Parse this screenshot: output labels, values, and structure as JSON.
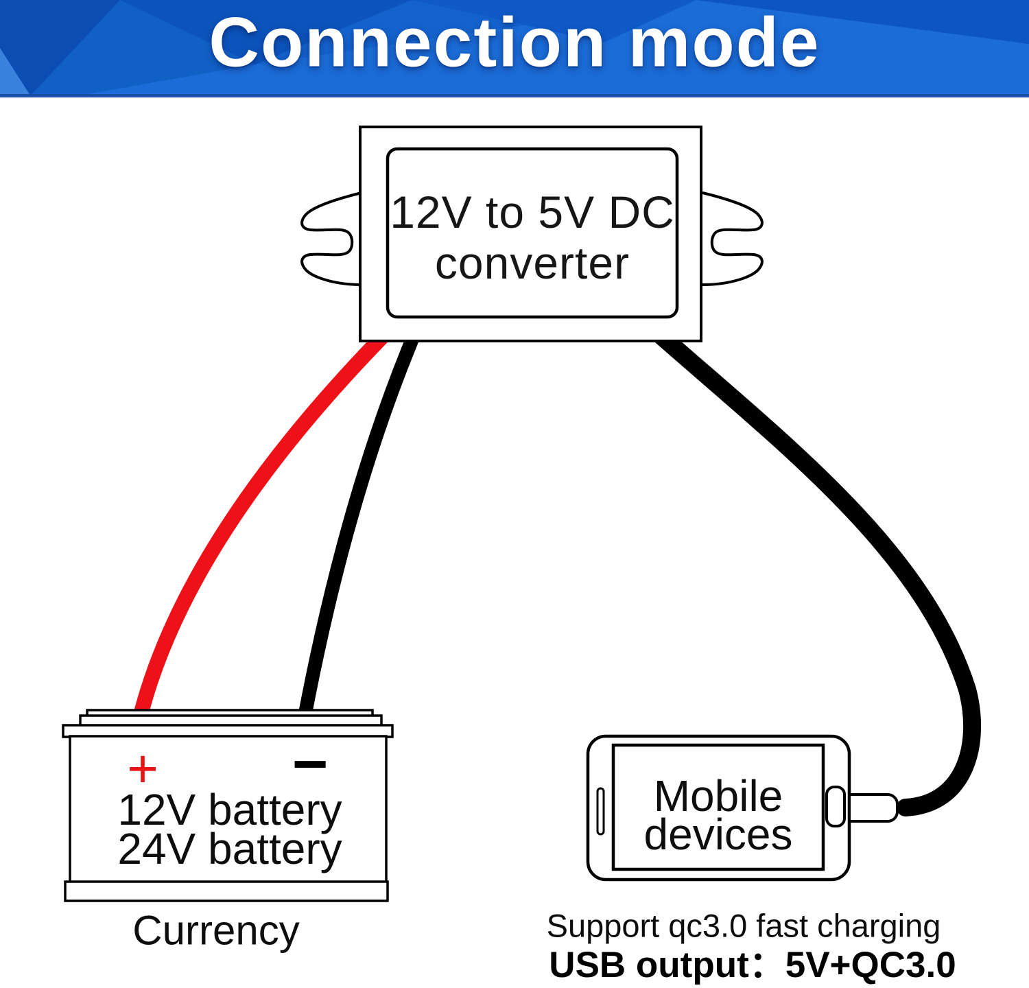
{
  "header": {
    "title": "Connection mode",
    "background_color": "#1160c6",
    "text_color": "#ffffff"
  },
  "converter": {
    "label_line1": "12V to 5V DC",
    "label_line2": "converter"
  },
  "battery": {
    "positive": "+",
    "negative": "−",
    "line1": "12V battery",
    "line2": "24V battery",
    "caption": "Currency"
  },
  "phone": {
    "line1": "Mobile",
    "line2": "devices"
  },
  "notes": {
    "support": "Support qc3.0 fast charging",
    "usb": "USB output：5V+QC3.0"
  },
  "colors": {
    "wire_red": "#ee1117",
    "wire_black": "#000000",
    "outline": "#000000",
    "plus_red": "#e81417"
  }
}
